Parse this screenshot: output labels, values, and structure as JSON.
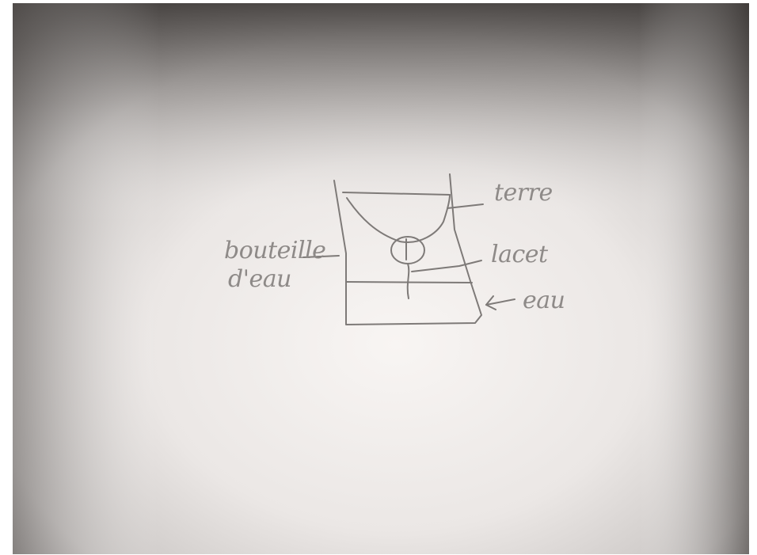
{
  "diagram": {
    "labels": {
      "terre": "terre",
      "lacet": "lacet",
      "eau": "eau",
      "bouteille_line1": "bouteille",
      "bouteille_line2": "d'eau"
    }
  },
  "colors": {
    "pencil": "#7e7a78",
    "paper_light": "#f7f3f1",
    "paper_dark": "#4a4644",
    "background": "#ffffff"
  }
}
